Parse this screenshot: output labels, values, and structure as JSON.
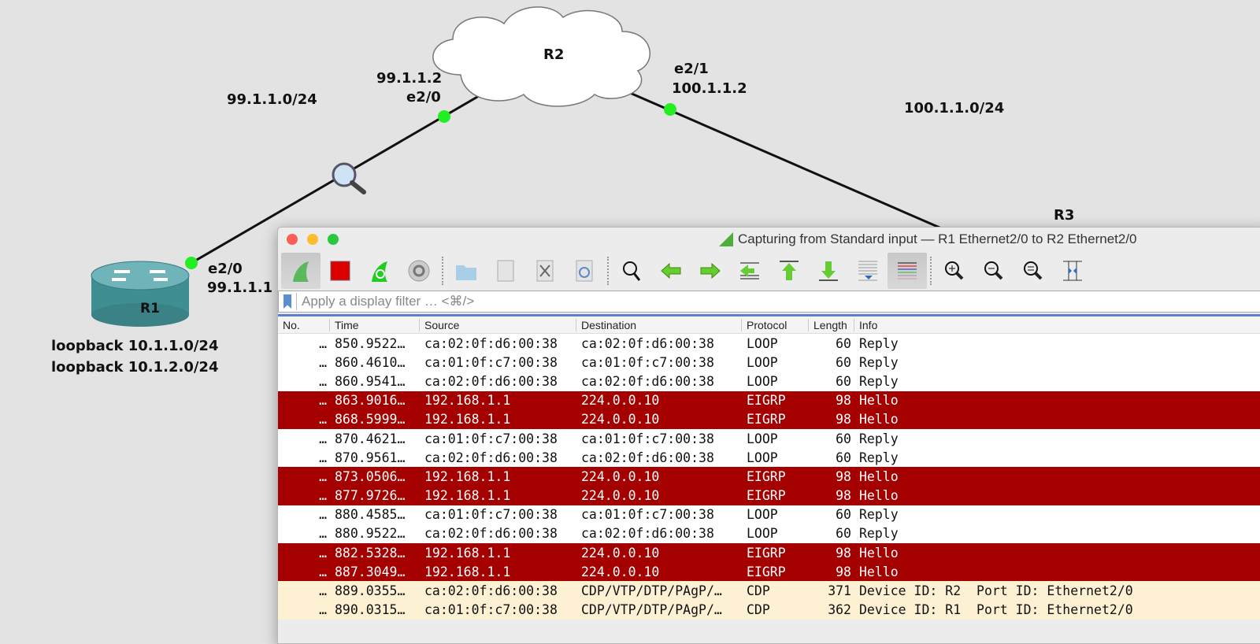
{
  "topology": {
    "routers": [
      {
        "name": "R1"
      },
      {
        "name": "R2"
      },
      {
        "name": "R3"
      }
    ],
    "labels": {
      "net1": "99.1.1.0/24",
      "r2_e20_ip": "99.1.1.2",
      "r2_e20": "e2/0",
      "r2_e21": "e2/1",
      "r2_e21_ip": "100.1.1.2",
      "net2": "100.1.1.0/24",
      "r1_e20": "e2/0",
      "r1_e20_ip": "99.1.1.1",
      "lo1": "loopback 10.1.1.0/24",
      "lo2": "loopback 10.1.2.0/24"
    },
    "link_color": "#111111",
    "interface_dot_color": "#22ee22"
  },
  "window": {
    "title": "Capturing from Standard input — R1 Ethernet2/0 to R2 Ethernet2/0",
    "toolbar": [
      "start-capture",
      "stop-capture",
      "restart-capture",
      "capture-options",
      "open-file",
      "save-file",
      "close-file",
      "reload-file",
      "find-packet",
      "go-back",
      "go-forward",
      "go-to-packet",
      "first-packet",
      "last-packet",
      "auto-scroll",
      "colorize",
      "zoom-in",
      "zoom-out",
      "normal-size",
      "resize-columns"
    ],
    "filter": {
      "placeholder": "Apply a display filter … <⌘/>"
    },
    "columns": [
      "No.",
      "Time",
      "Source",
      "Destination",
      "Protocol",
      "Length",
      "Info"
    ],
    "colors": {
      "EIGRP": "#a40000",
      "CDP": "#fdf0d3",
      "LOOP": "#ffffff"
    },
    "rows": [
      [
        "…",
        "850.9522…",
        "ca:02:0f:d6:00:38",
        "ca:02:0f:d6:00:38",
        "LOOP",
        "60",
        "Reply"
      ],
      [
        "…",
        "860.4610…",
        "ca:01:0f:c7:00:38",
        "ca:01:0f:c7:00:38",
        "LOOP",
        "60",
        "Reply"
      ],
      [
        "…",
        "860.9541…",
        "ca:02:0f:d6:00:38",
        "ca:02:0f:d6:00:38",
        "LOOP",
        "60",
        "Reply"
      ],
      [
        "…",
        "863.9016…",
        "192.168.1.1",
        "224.0.0.10",
        "EIGRP",
        "98",
        "Hello"
      ],
      [
        "…",
        "868.5999…",
        "192.168.1.1",
        "224.0.0.10",
        "EIGRP",
        "98",
        "Hello"
      ],
      [
        "…",
        "870.4621…",
        "ca:01:0f:c7:00:38",
        "ca:01:0f:c7:00:38",
        "LOOP",
        "60",
        "Reply"
      ],
      [
        "…",
        "870.9561…",
        "ca:02:0f:d6:00:38",
        "ca:02:0f:d6:00:38",
        "LOOP",
        "60",
        "Reply"
      ],
      [
        "…",
        "873.0506…",
        "192.168.1.1",
        "224.0.0.10",
        "EIGRP",
        "98",
        "Hello"
      ],
      [
        "…",
        "877.9726…",
        "192.168.1.1",
        "224.0.0.10",
        "EIGRP",
        "98",
        "Hello"
      ],
      [
        "…",
        "880.4585…",
        "ca:01:0f:c7:00:38",
        "ca:01:0f:c7:00:38",
        "LOOP",
        "60",
        "Reply"
      ],
      [
        "…",
        "880.9522…",
        "ca:02:0f:d6:00:38",
        "ca:02:0f:d6:00:38",
        "LOOP",
        "60",
        "Reply"
      ],
      [
        "…",
        "882.5328…",
        "192.168.1.1",
        "224.0.0.10",
        "EIGRP",
        "98",
        "Hello"
      ],
      [
        "…",
        "887.3049…",
        "192.168.1.1",
        "224.0.0.10",
        "EIGRP",
        "98",
        "Hello"
      ],
      [
        "…",
        "889.0355…",
        "ca:02:0f:d6:00:38",
        "CDP/VTP/DTP/PAgP/…",
        "CDP",
        "371",
        "Device ID: R2  Port ID: Ethernet2/0"
      ],
      [
        "…",
        "890.0315…",
        "ca:01:0f:c7:00:38",
        "CDP/VTP/DTP/PAgP/…",
        "CDP",
        "362",
        "Device ID: R1  Port ID: Ethernet2/0"
      ]
    ]
  }
}
